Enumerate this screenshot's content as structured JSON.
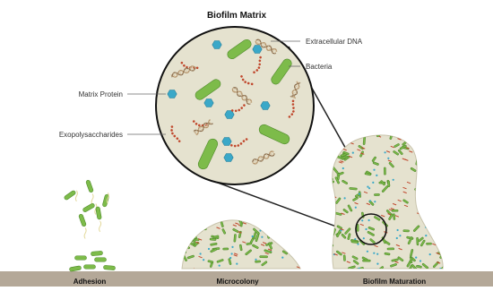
{
  "title": "Biofilm Matrix",
  "labels": {
    "extracellular_dna": "Extracellular DNA",
    "bacteria": "Bacteria",
    "matrix_protein": "Matrix Protein",
    "exopolysaccharides": "Exopolysaccharides"
  },
  "stages": {
    "adhesion": "Adhesion",
    "microcolony": "Microcolony",
    "maturation": "Biofilm Maturation"
  },
  "colors": {
    "bacteria": "#7dbb4a",
    "bacteria_dark": "#4f8a2b",
    "protein": "#3aa8c8",
    "eps": "#c0472c",
    "dna": "#b3926a",
    "matrix": "#e5e2cf",
    "surface": "#b4a898",
    "line": "#222222"
  }
}
